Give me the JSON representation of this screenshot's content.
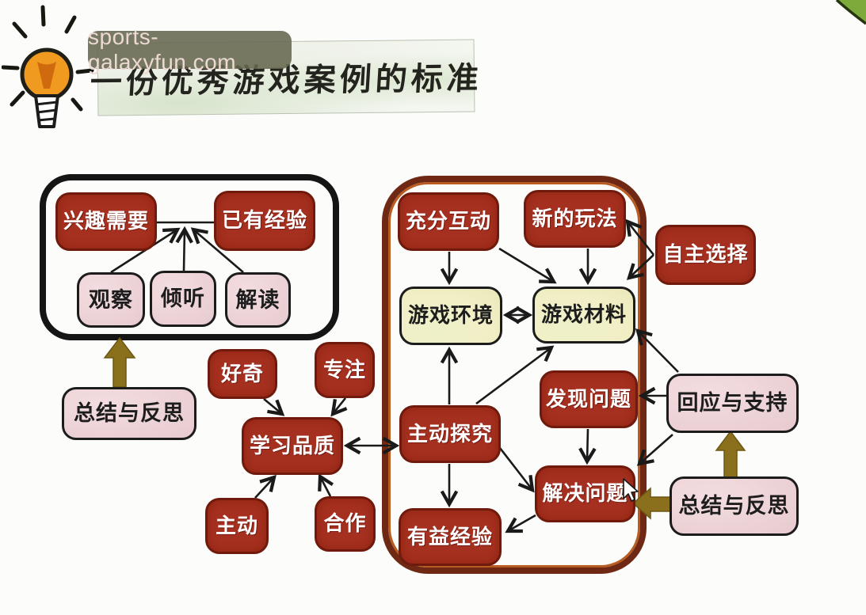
{
  "watermark": {
    "text": "sports-galaxyfun.com"
  },
  "title": {
    "text": "一份优秀游戏案例的标准"
  },
  "colors": {
    "node_red": "#a5301f",
    "node_pink": "#ecd2d6",
    "node_cream": "#f2efc6",
    "container_black": "#151515",
    "container_brown": "#6f2813",
    "thick_arrow_olive": "#8a701c",
    "bulb_orange": "#f09a20",
    "leaf_green": "#7cab3c"
  },
  "nodes": {
    "interest_needs": {
      "label": "兴趣需要"
    },
    "prior_experience": {
      "label": "已有经验"
    },
    "observe": {
      "label": "观察"
    },
    "listen": {
      "label": "倾听"
    },
    "interpret": {
      "label": "解读"
    },
    "summary_reflect_left": {
      "label": "总结与反思"
    },
    "curiosity": {
      "label": "好奇"
    },
    "focus": {
      "label": "专注"
    },
    "learning_quality": {
      "label": "学习品质"
    },
    "initiative": {
      "label": "主动"
    },
    "cooperation": {
      "label": "合作"
    },
    "full_interaction": {
      "label": "充分互动"
    },
    "new_play": {
      "label": "新的玩法"
    },
    "autonomous_choice": {
      "label": "自主选择"
    },
    "game_environment": {
      "label": "游戏环境"
    },
    "game_materials": {
      "label": "游戏材料"
    },
    "active_exploration": {
      "label": "主动探究"
    },
    "discover_problems": {
      "label": "发现问题"
    },
    "solve_problems": {
      "label": "解决问题"
    },
    "beneficial_experience": {
      "label": "有益经验"
    },
    "respond_support": {
      "label": "回应与支持"
    },
    "summary_reflect_right": {
      "label": "总结与反思"
    }
  }
}
